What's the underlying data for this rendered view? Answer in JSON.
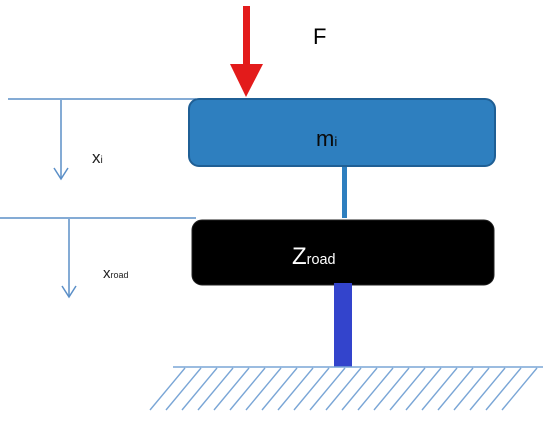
{
  "force": {
    "label": "F"
  },
  "mass_block": {
    "symbol": "m",
    "subscript": "i",
    "fill_color": "#2e7fbf",
    "border_color": "#1f5f95"
  },
  "road_block": {
    "symbol": "Z",
    "subscript": "road",
    "fill_color": "#000000",
    "text_color": "#ffffff"
  },
  "displacement_labels": {
    "body": {
      "symbol": "x",
      "subscript": "i"
    },
    "road": {
      "symbol": "x",
      "subscript": "road"
    }
  },
  "colors": {
    "force_arrow": "#e31b1b",
    "connector": "#2e7fbf",
    "road_post": "#3344cc",
    "reference_line": "#5b8fc7",
    "ground_hatch": "#7aa6d6"
  }
}
